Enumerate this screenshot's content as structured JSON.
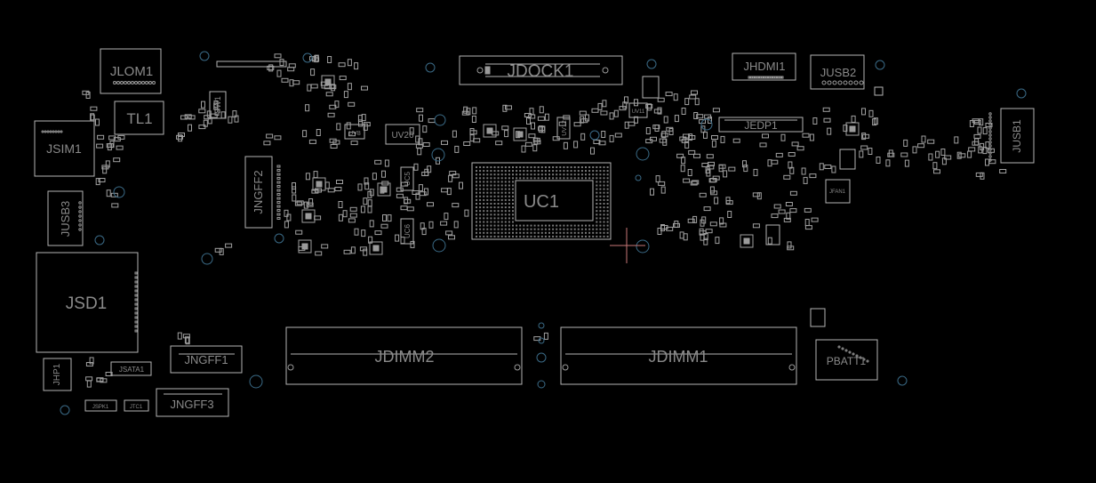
{
  "board": {
    "background": "#000000",
    "outline_color": "#b4b4b4",
    "label_color": "#8a8a8a",
    "via_color": "#3a6a86",
    "pin_color": "#9a9a9a",
    "cursor_color": "#c87878"
  },
  "components": {
    "jlom1": "JLOM1",
    "jdock1": "JDOCK1",
    "jhdmi1": "JHDMI1",
    "jusb2": "JUSB2",
    "tl1": "TL1",
    "sw1": "SW1",
    "uv8": "UV8",
    "uv26": "UV26",
    "uv11": "UV11",
    "uv12": "UV12",
    "jedp1": "JEDP1",
    "jusb1": "JUSB1",
    "jsim1": "JSIM1",
    "jngff2": "JNGFF2",
    "uc5": "UC5",
    "uc6": "UC6",
    "uc1": "UC1",
    "jfan1": "JFAN1",
    "jusb3": "JUSB3",
    "jsd1": "JSD1",
    "jdimm2": "JDIMM2",
    "jdimm1": "JDIMM1",
    "pbatt1": "PBATT1",
    "jngff1": "JNGFF1",
    "jhp1": "JHP1",
    "jsata1": "JSATA1",
    "jspk1": "JSPK1",
    "jtc1": "JTC1",
    "jngff3": "JNGFF3"
  }
}
